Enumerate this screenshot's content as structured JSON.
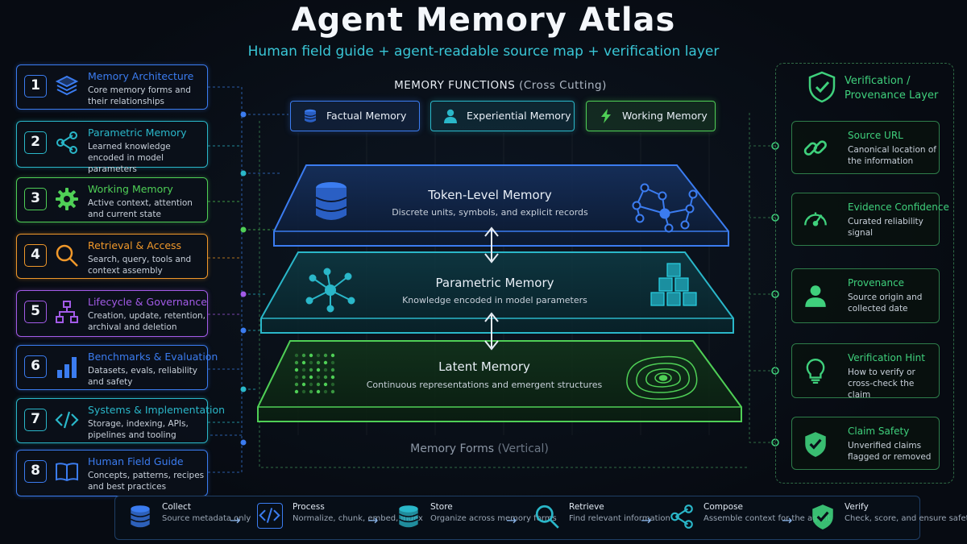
{
  "title": "Agent Memory Atlas",
  "subtitle": "Human field guide + agent-readable source map + verification layer",
  "functions": {
    "heading": "MEMORY FUNCTIONS",
    "heading_paren": "(Cross Cutting)",
    "chips": [
      {
        "label": "Factual Memory",
        "icon": "database-icon",
        "color": "#3b7cf0"
      },
      {
        "label": "Experiential Memory",
        "icon": "person-icon",
        "color": "#2ab7c9"
      },
      {
        "label": "Working Memory",
        "icon": "lightning-icon",
        "color": "#4fcf56"
      }
    ]
  },
  "left_nav": [
    {
      "num": "1",
      "title": "Memory Architecture",
      "desc": "Core memory forms and their relationships",
      "color": "#3b7cf0",
      "icon": "layers-icon"
    },
    {
      "num": "2",
      "title": "Parametric Memory",
      "desc": "Learned knowledge encoded in model parameters",
      "color": "#2ab7c9",
      "icon": "share-nodes-icon"
    },
    {
      "num": "3",
      "title": "Working Memory",
      "desc": "Active context, attention and current state",
      "color": "#4fcf56",
      "icon": "gear-icon"
    },
    {
      "num": "4",
      "title": "Retrieval & Access",
      "desc": "Search, query, tools and context assembly",
      "color": "#f0982a",
      "icon": "magnifier-icon"
    },
    {
      "num": "5",
      "title": "Lifecycle & Governance",
      "desc": "Creation, update, retention, archival and deletion",
      "color": "#a35be8",
      "icon": "hierarchy-icon"
    },
    {
      "num": "6",
      "title": "Benchmarks & Evaluation",
      "desc": "Datasets, evals, reliability and safety",
      "color": "#3b7cf0",
      "icon": "bar-chart-icon"
    },
    {
      "num": "7",
      "title": "Systems & Implementation",
      "desc": "Storage, indexing, APIs, pipelines and tooling",
      "color": "#2ab7c9",
      "icon": "code-icon"
    },
    {
      "num": "8",
      "title": "Human Field Guide",
      "desc": "Concepts, patterns, recipes and best practices",
      "color": "#3b7cf0",
      "icon": "book-icon"
    }
  ],
  "layers": [
    {
      "title": "Token-Level Memory",
      "desc": "Discrete units, symbols, and explicit records",
      "color": "#3b7cf0"
    },
    {
      "title": "Parametric Memory",
      "desc": "Knowledge encoded in model parameters",
      "color": "#2ab7c9"
    },
    {
      "title": "Latent Memory",
      "desc": "Continuous representations and emergent structures",
      "color": "#4fcf56"
    }
  ],
  "forms_label": "Memory Forms",
  "forms_label_paren": "(Vertical)",
  "verification": {
    "title": "Verification / Provenance Layer",
    "items": [
      {
        "title": "Source URL",
        "desc": "Canonical location of the information",
        "icon": "link-icon"
      },
      {
        "title": "Evidence Confidence",
        "desc": "Curated reliability signal",
        "icon": "gauge-icon"
      },
      {
        "title": "Provenance",
        "desc": "Source origin and collected date",
        "icon": "person-icon"
      },
      {
        "title": "Verification Hint",
        "desc": "How to verify or cross-check the claim",
        "icon": "lightbulb-icon"
      },
      {
        "title": "Claim Safety",
        "desc": "Unverified claims flagged or removed",
        "icon": "shield-check-icon"
      }
    ]
  },
  "pipeline": [
    {
      "title": "Collect",
      "desc": "Source metadata only",
      "icon": "database-icon"
    },
    {
      "title": "Process",
      "desc": "Normalize, chunk, embed, index",
      "icon": "code-icon"
    },
    {
      "title": "Store",
      "desc": "Organize across memory forms",
      "icon": "database-icon"
    },
    {
      "title": "Retrieve",
      "desc": "Find relevant information",
      "icon": "magnifier-icon"
    },
    {
      "title": "Compose",
      "desc": "Assemble context for the agent",
      "icon": "share-nodes-icon"
    },
    {
      "title": "Verify",
      "desc": "Check, score, and ensure safety",
      "icon": "shield-check-icon"
    }
  ]
}
